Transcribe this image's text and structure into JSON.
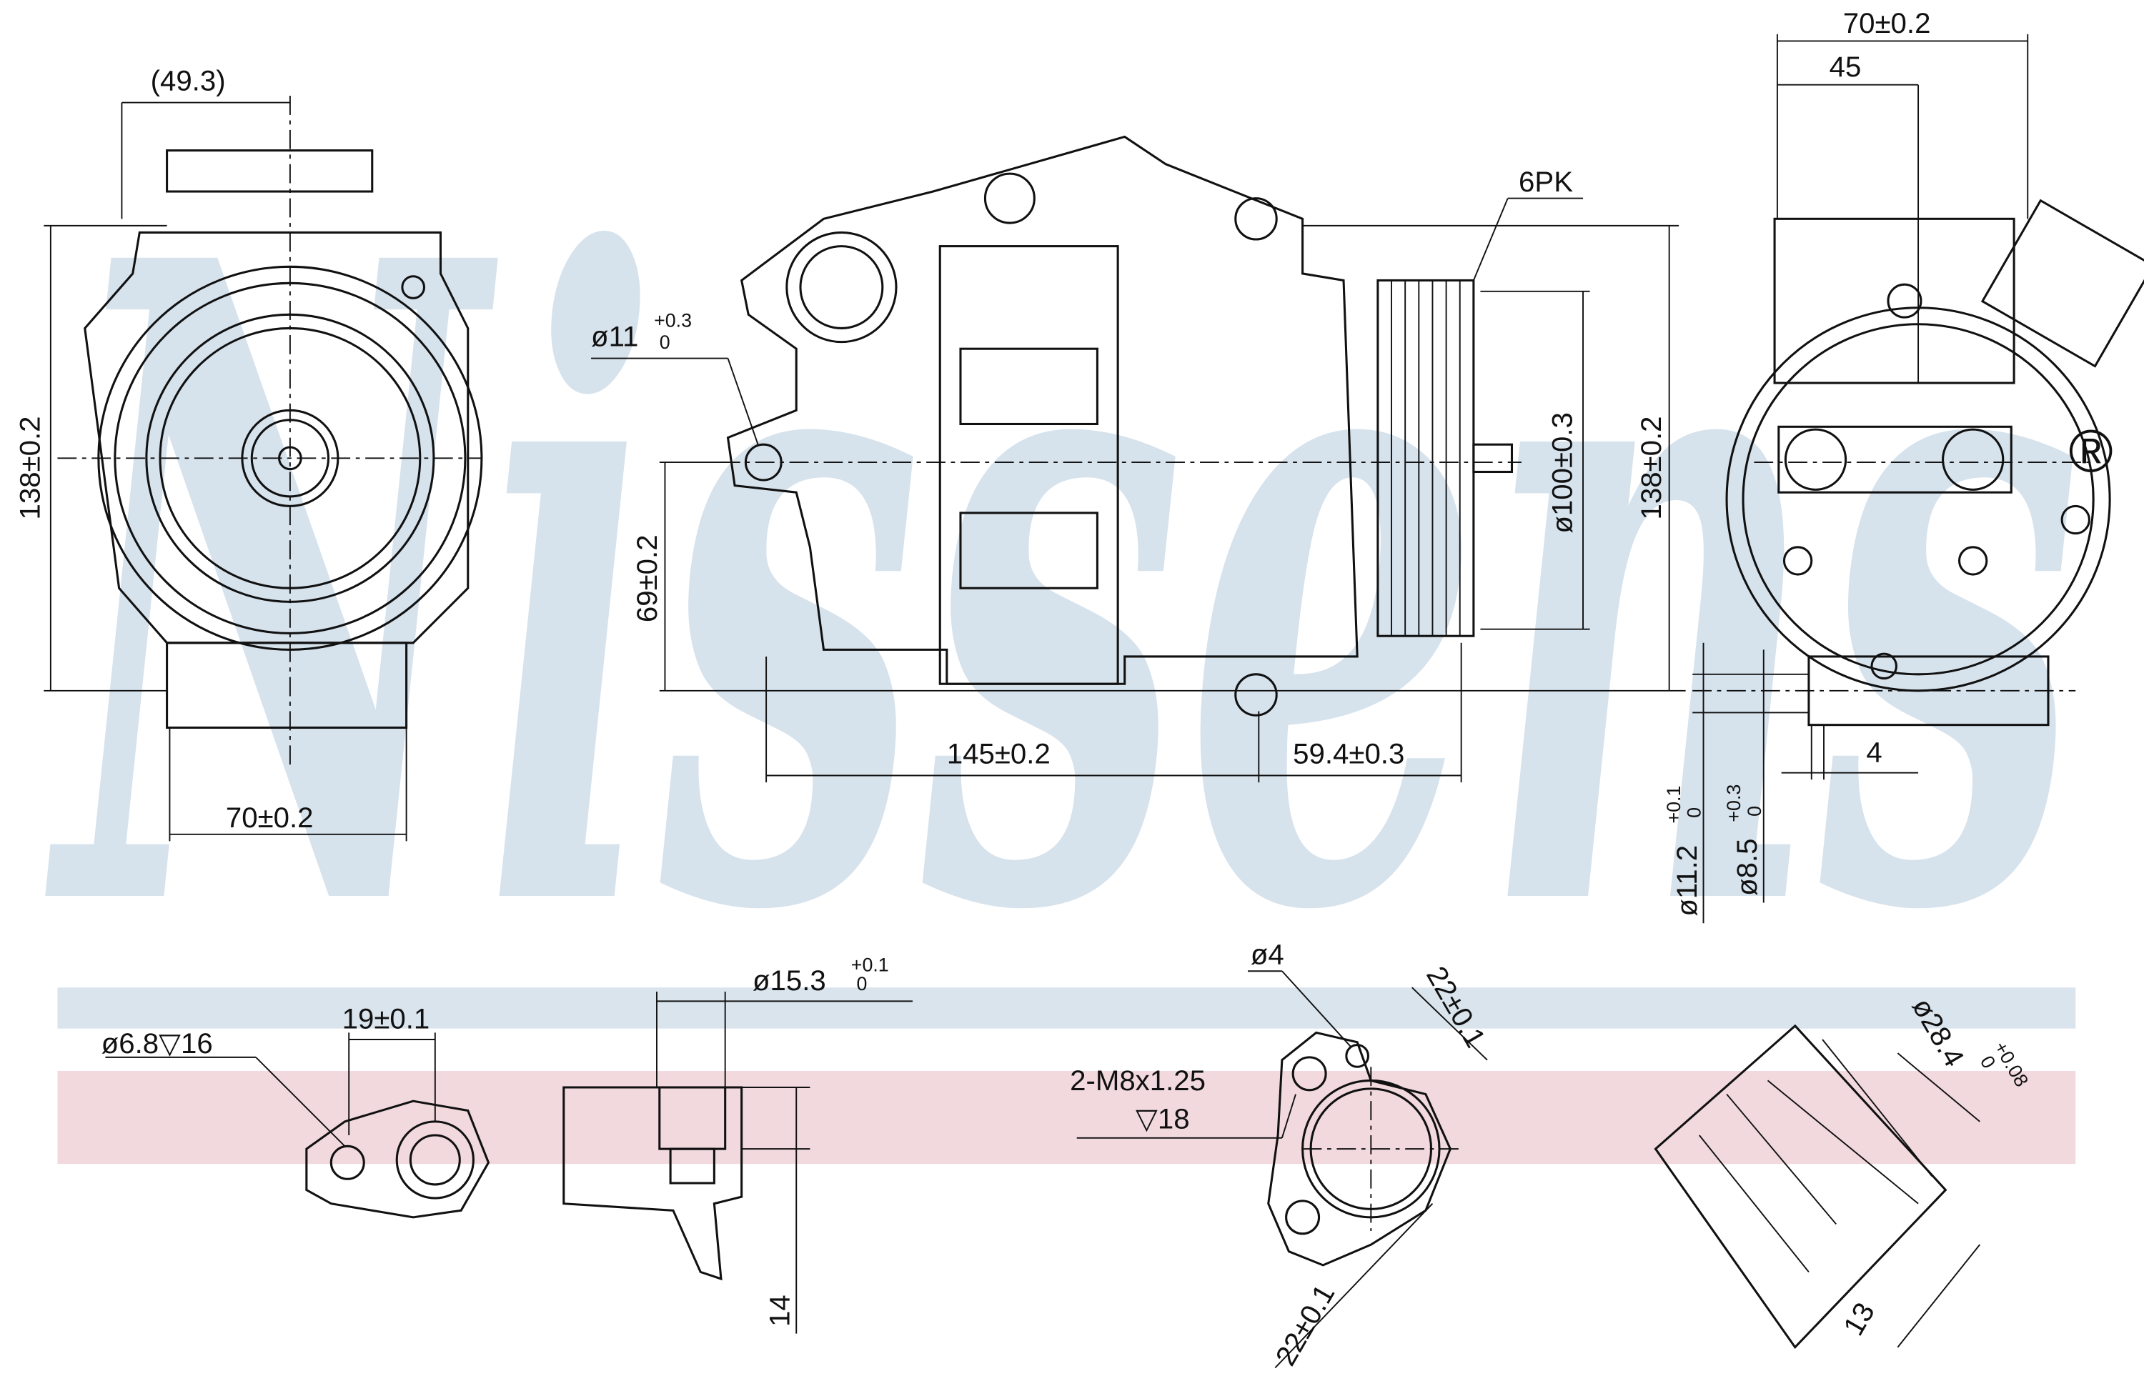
{
  "watermark": {
    "text": "Nissens",
    "registered_mark": "®"
  },
  "colors": {
    "watermark": "#d6e2ec",
    "stripe_blue": "#d9e4ed",
    "stripe_pink": "#f1d9de",
    "line": "#111111"
  },
  "front_view": {
    "top_width": "(49.3)",
    "height": "138±0.2",
    "bottom_width": "70±0.2"
  },
  "side_view": {
    "mount_hole": {
      "main": "ø11",
      "upper": "+0.3",
      "lower": "0"
    },
    "mount_height": "69±0.2",
    "body_length": "145±0.2",
    "pulley_offset": "59.4±0.3",
    "belt": "6PK",
    "pulley_diameter": "ø100±0.3",
    "height": "138±0.2"
  },
  "rear_view": {
    "total_width": "70±0.2",
    "partial_width": "45",
    "lug_thickness": "4",
    "outer_bore": {
      "main": "ø11.2",
      "upper": "+0.1",
      "lower": "0"
    },
    "inner_bore": {
      "main": "ø8.5",
      "upper": "+0.3",
      "lower": "0"
    }
  },
  "port_details": {
    "port1_hole": "ø6.8▽16",
    "port1_spacing": "19±0.1",
    "port1_bore": {
      "main": "ø15.3",
      "upper": "+0.1",
      "lower": "0"
    },
    "port1_depth": "14",
    "port2_pin": "ø4",
    "port2_thread": "2-M8x1.25",
    "port2_thread_depth": "▽18",
    "port2_spacing_a": "22±0.1",
    "port2_spacing_b": "22±0.1",
    "port3_bore": {
      "main": "ø28.4",
      "upper": "+0.08",
      "lower": "0"
    },
    "port3_depth": "13"
  }
}
